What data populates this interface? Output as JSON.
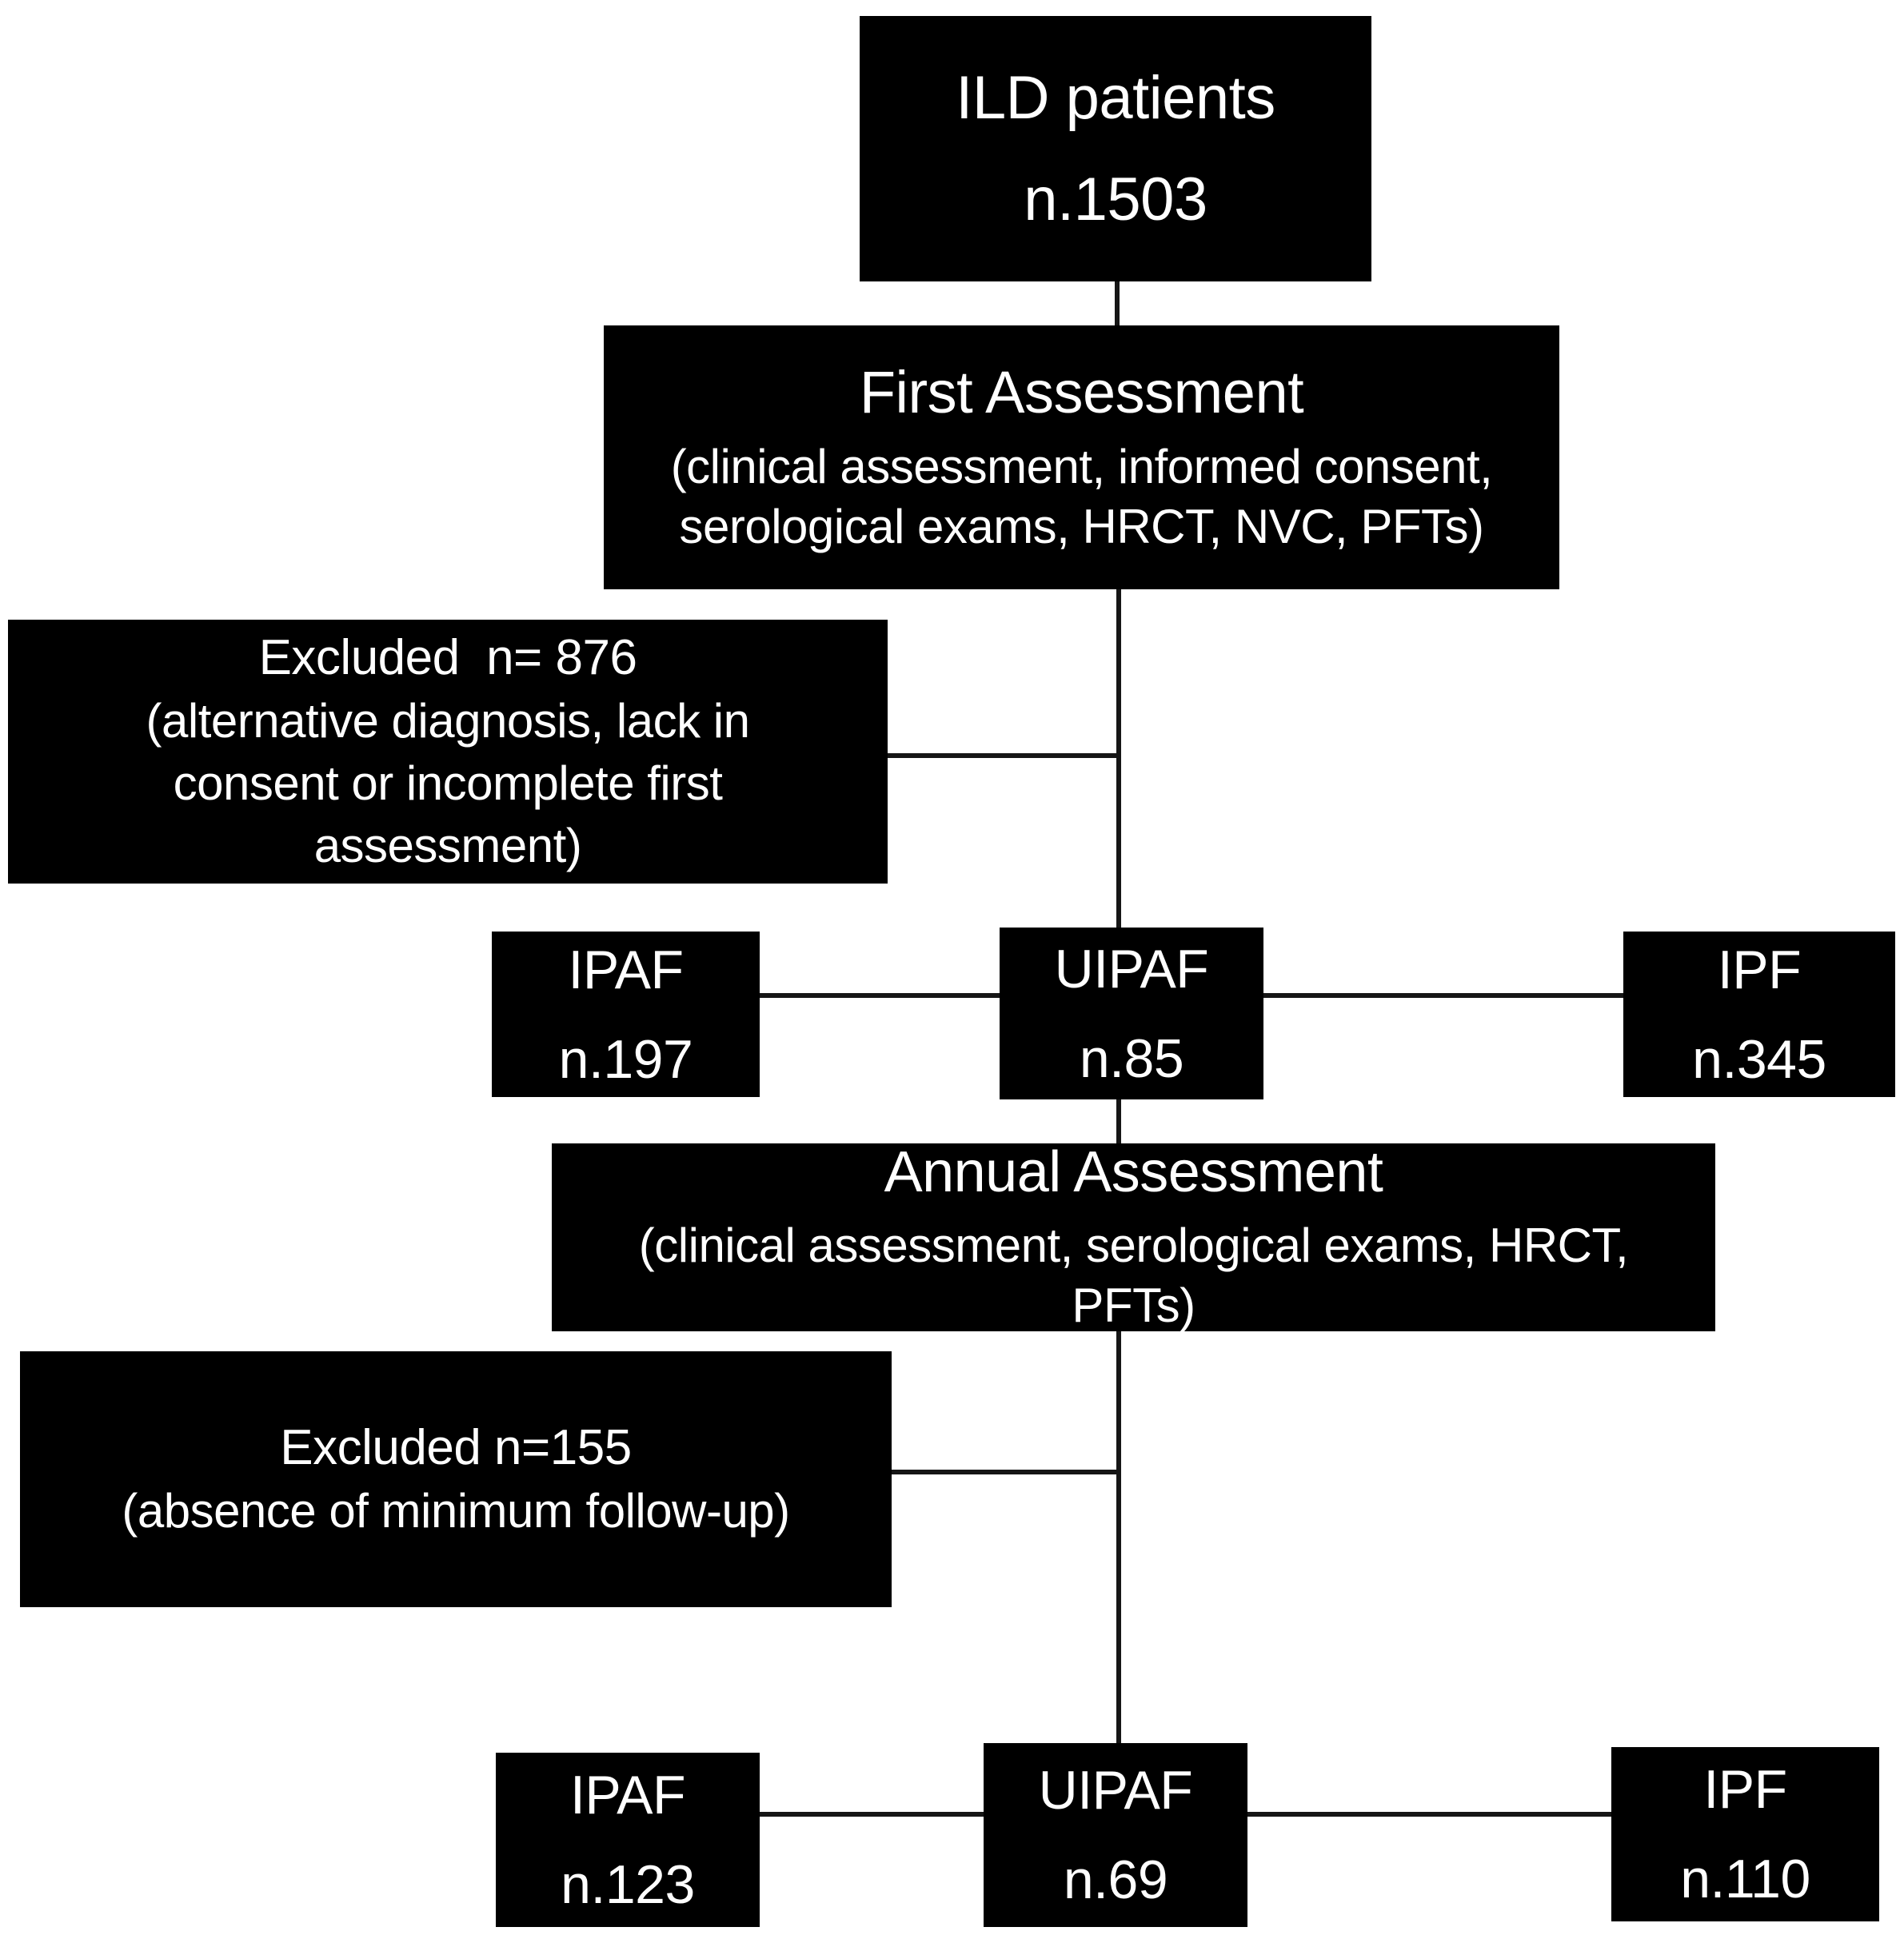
{
  "colors": {
    "background": "#ffffff",
    "box_background": "#000000",
    "box_text": "#ffffff",
    "connector": "#161616"
  },
  "flowchart": {
    "ild": {
      "title": "ILD patients",
      "count": "n.1503"
    },
    "first_assessment": {
      "title": "First Assessment",
      "subtitle": "(clinical assessment, informed consent, serological exams, HRCT, NVC, PFTs)"
    },
    "excluded_first": {
      "title": "Excluded  n= 876",
      "subtitle": "(alternative diagnosis, lack in consent or incomplete first assessment)"
    },
    "ipaf_first": {
      "label": "IPAF",
      "count": "n.197"
    },
    "uipaf_first": {
      "label": "UIPAF",
      "count": "n.85"
    },
    "ipf_first": {
      "label": "IPF",
      "count": "n.345"
    },
    "annual_assessment": {
      "title": "Annual Assessment",
      "subtitle": "(clinical assessment, serological exams, HRCT, PFTs)"
    },
    "excluded_annual": {
      "title": "Excluded n=155",
      "subtitle": "(absence of minimum follow-up)"
    },
    "ipaf_annual": {
      "label": "IPAF",
      "count": "n.123"
    },
    "uipaf_annual": {
      "label": "UIPAF",
      "count": "n.69"
    },
    "ipf_annual": {
      "label": "IPF",
      "count": "n.110"
    }
  }
}
